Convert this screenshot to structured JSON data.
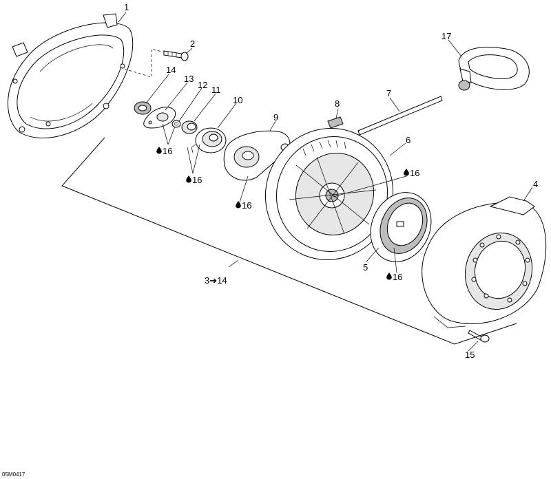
{
  "callouts": {
    "c1": "1",
    "c2": "2",
    "c4": "4",
    "c5": "5",
    "c6": "6",
    "c7": "7",
    "c8": "8",
    "c9": "9",
    "c10": "10",
    "c11": "11",
    "c12": "12",
    "c13": "13",
    "c14": "14",
    "c15": "15",
    "c17": "17"
  },
  "group_ref": "3➔14",
  "lubricant": {
    "code": "16",
    "icon": "oil-drop-icon"
  },
  "drawing_code": "05M0417"
}
